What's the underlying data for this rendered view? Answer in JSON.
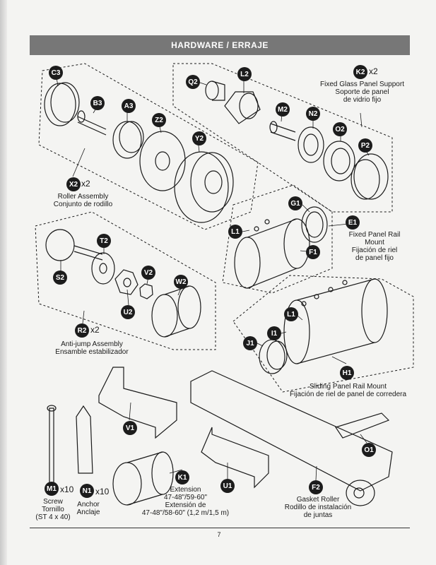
{
  "header": {
    "title": "HARDWARE / ERRAJE"
  },
  "badges": {
    "c3": "C3",
    "b3": "B3",
    "a3": "A3",
    "z2": "Z2",
    "y2": "Y2",
    "x2": "X2",
    "q2": "Q2",
    "l2": "L2",
    "m2": "M2",
    "n2": "N2",
    "o2": "O2",
    "p2": "P2",
    "k2": "K2",
    "l1a": "L1",
    "g1": "G1",
    "f1": "F1",
    "e1": "E1",
    "t2": "T2",
    "s2": "S2",
    "v2": "V2",
    "u2": "U2",
    "w2": "W2",
    "r2": "R2",
    "l1b": "L1",
    "i1": "I1",
    "j1": "J1",
    "h1": "H1",
    "v1": "V1",
    "m1": "M1",
    "n1": "N1",
    "k1": "K1",
    "u1": "U1",
    "f2": "F2",
    "o1": "O1"
  },
  "quantities": {
    "k2": "x2",
    "x2": "x2",
    "r2": "x2",
    "m1": "x10",
    "n1": "x10"
  },
  "labels": {
    "fixed_glass_support_en": "Fixed Glass Panel Support",
    "fixed_glass_support_es_1": "Soporte de panel",
    "fixed_glass_support_es_2": "de vidrio fijo",
    "roller_assembly_en": "Roller Assembly",
    "roller_assembly_es": "Conjunto de rodillo",
    "fixed_rail_mount_en_1": "Fixed Panel Rail",
    "fixed_rail_mount_en_2": "Mount",
    "fixed_rail_mount_es_1": "Fijación de riel",
    "fixed_rail_mount_es_2": "de panel fijo",
    "anti_jump_en": "Anti-jump Assembly",
    "anti_jump_es": "Ensamble estabilizador",
    "sliding_rail_mount_en": "Sliding Panel Rail Mount",
    "sliding_rail_mount_es": "Fijación de riel de panel de corredera",
    "screw_en": "Screw",
    "screw_es": "Tornillo",
    "screw_spec": "(ST 4 x 40)",
    "anchor_en": "Anchor",
    "anchor_es": "Anclaje",
    "extension_en_1": "Extension",
    "extension_en_2": "47-48\"/59-60\"",
    "extension_es_1": "Extensión de",
    "extension_es_2": "47-48\"/58-60\" (1,2 m/1,5 m)",
    "gasket_roller_en": "Gasket Roller",
    "gasket_roller_es_1": "Rodillo de instalación",
    "gasket_roller_es_2": "de juntas"
  },
  "footer": {
    "page_number": "7"
  }
}
